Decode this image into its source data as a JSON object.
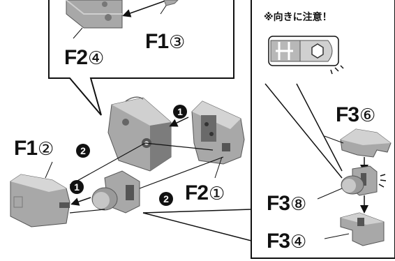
{
  "notice": "※向きに注意！",
  "parts": {
    "f1_3": {
      "name": "F1",
      "num": "③"
    },
    "f2_4": {
      "name": "F2",
      "num": "④"
    },
    "f1_2": {
      "name": "F1",
      "num": "②"
    },
    "f2_1": {
      "name": "F2",
      "num": "①"
    },
    "f3_6": {
      "name": "F3",
      "num": "⑥"
    },
    "f3_8": {
      "name": "F3",
      "num": "⑧"
    },
    "f3_4": {
      "name": "F3",
      "num": "④"
    }
  },
  "steps": {
    "one": "1",
    "two": "2"
  },
  "colors": {
    "part_gray": "#a8a8a8",
    "part_light": "#d6d6d6",
    "part_dark": "#6e6e6e",
    "ink": "#111111"
  }
}
